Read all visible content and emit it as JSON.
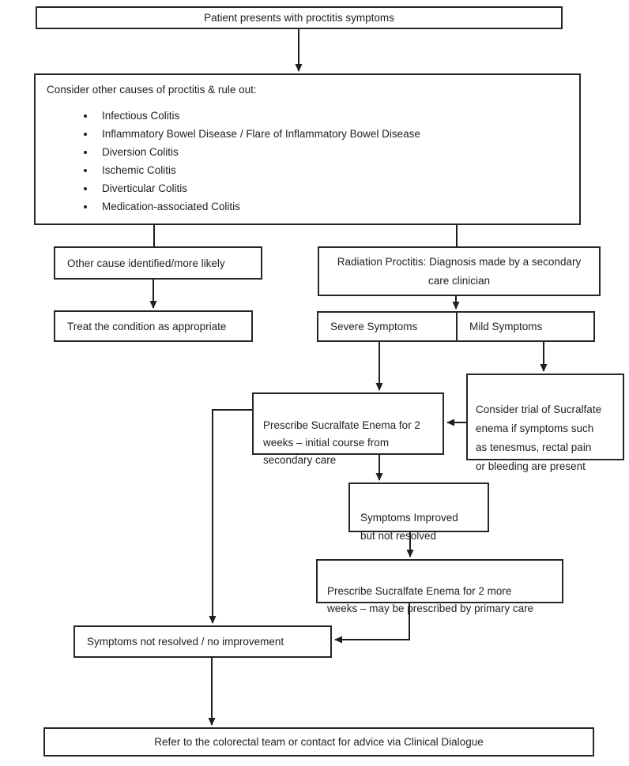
{
  "colors": {
    "ink": "#1f1f1f",
    "border": "#262626",
    "background": "#ffffff"
  },
  "nodes": {
    "patient_presents": {
      "label": "Patient presents with proctitis symptoms"
    },
    "rule_out": {
      "title": "Consider other causes of proctitis & rule out:",
      "bullets": [
        "Infectious Colitis",
        "Inflammatory Bowel Disease / Flare of Inflammatory Bowel Disease",
        "Diversion Colitis",
        "Ischemic Colitis",
        "Diverticular Colitis",
        "Medication-associated Colitis"
      ]
    },
    "other_cause": {
      "label": "Other cause identified/more likely"
    },
    "treat": {
      "label": "Treat the condition as appropriate"
    },
    "radiation": {
      "label": "Radiation Proctitis: Diagnosis made by a secondary\ncare clinician"
    },
    "severe": {
      "label": "Severe Symptoms"
    },
    "mild": {
      "label": "Mild Symptoms"
    },
    "prescribe_initial": {
      "label": "Prescribe Sucralfate Enema for 2\nweeks – initial course from\nsecondary care"
    },
    "consider_trial": {
      "label": "Consider trial of Sucralfate\nenema if symptoms such\nas tenesmus, rectal pain\nor bleeding are present"
    },
    "improved": {
      "label": "Symptoms Improved\nbut not resolved"
    },
    "prescribe_more": {
      "label": "Prescribe Sucralfate Enema for 2 more\nweeks – may be prescribed by primary care"
    },
    "not_resolved": {
      "label": "Symptoms not resolved / no improvement"
    },
    "refer": {
      "label": "Refer to the colorectal team or contact for advice via Clinical Dialogue"
    }
  }
}
